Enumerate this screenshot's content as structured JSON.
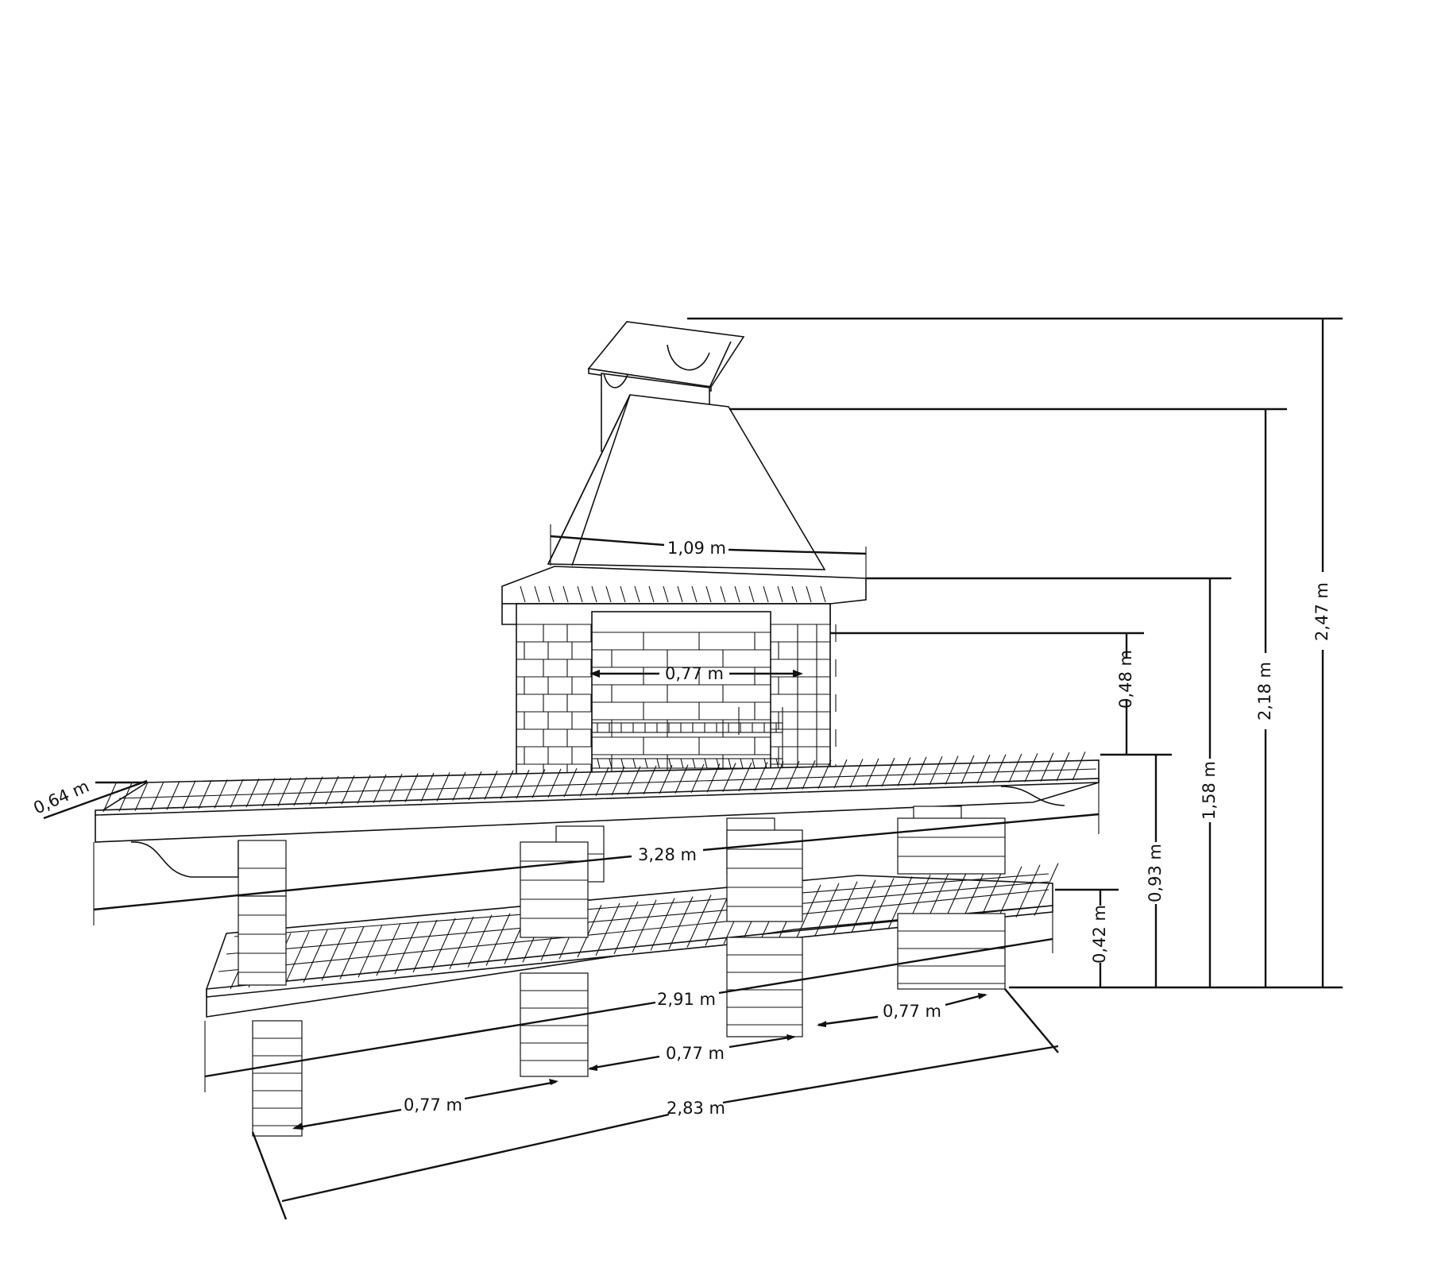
{
  "diagram": {
    "line_color": "#111111",
    "background": "#ffffff",
    "dimensions": {
      "depth": "0,64 m",
      "hood_width": "1,09 m",
      "firebox_width": "0,77 m",
      "firebox_height": "0,48 m",
      "counter_length": "3,28 m",
      "lower_shelf_length": "2,91 m",
      "base_left_span": "0,77 m",
      "base_middle_span": "0,77 m",
      "base_right_span": "0,77 m",
      "base_total_length": "2,83 m",
      "lower_shelf_height": "0,42 m",
      "counter_height": "0,93 m",
      "hood_base_height": "1,58 m",
      "hood_top_height": "2,18 m",
      "total_height": "2,47 m"
    }
  }
}
